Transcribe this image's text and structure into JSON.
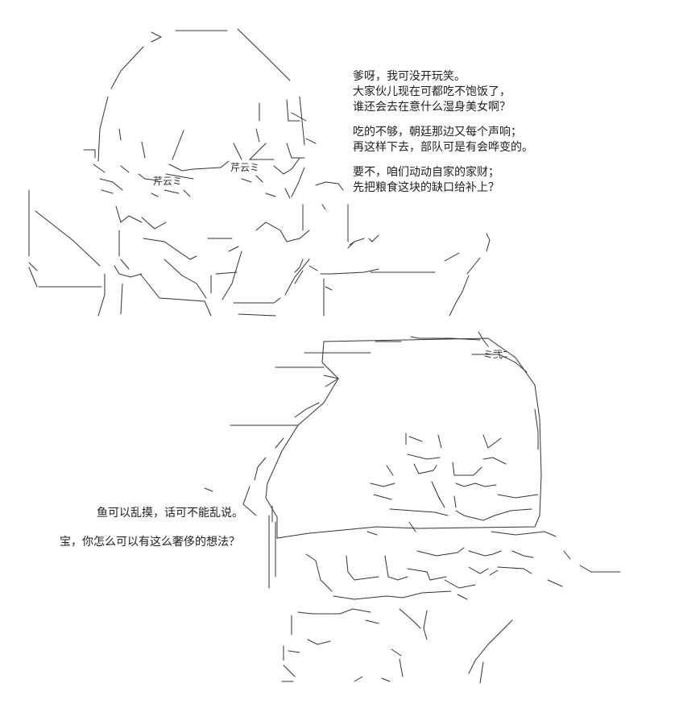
{
  "speech_top": {
    "lines": [
      "爹呀，我可没开玩笑。",
      "大家伙儿现在可都吃不饱饭了，",
      "谁还会去在意什么湿身美女啊？",
      "",
      "吃的不够，朝廷那边又每个声响；",
      "再这样下去，部队可是有会哗变的。",
      "",
      "要不，咱们动动自家的家财；",
      "先把粮食这块的缺口给补上？"
    ]
  },
  "speech_bottom": {
    "line1": "鱼可以乱摸，话可不能乱说。",
    "line2": "宝，你怎么可以有这么奢侈的想法？"
  },
  "art_labels": {
    "top_name_1": "芹云ミ",
    "top_name_2": "芹云ミ",
    "bottom_glyphs": "ミ弐ﾆ"
  }
}
